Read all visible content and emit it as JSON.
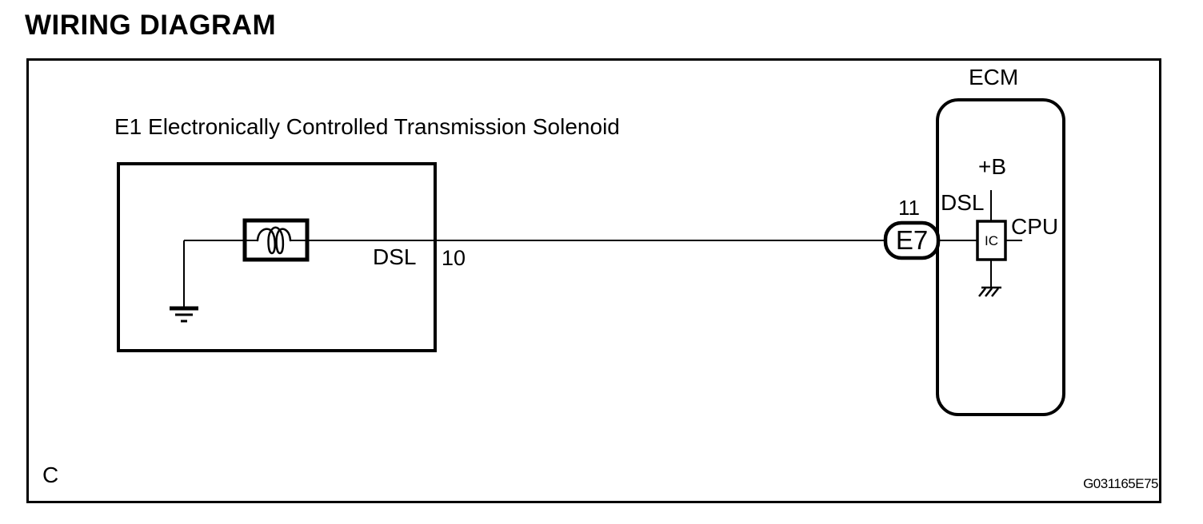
{
  "title": "WIRING DIAGRAM",
  "diagram": {
    "solenoid": {
      "label": "E1 Electronically Controlled Transmission Solenoid",
      "signal": "DSL",
      "pin": "10"
    },
    "ecm": {
      "label": "ECM",
      "connector_pin": "11",
      "connector": "E7",
      "signal": "DSL",
      "power": "+B",
      "ic_label": "IC",
      "cpu_label": "CPU"
    },
    "corner_label": "C",
    "figure_code": "G031165E75"
  },
  "colors": {
    "ink": "#000000",
    "background": "#ffffff"
  }
}
